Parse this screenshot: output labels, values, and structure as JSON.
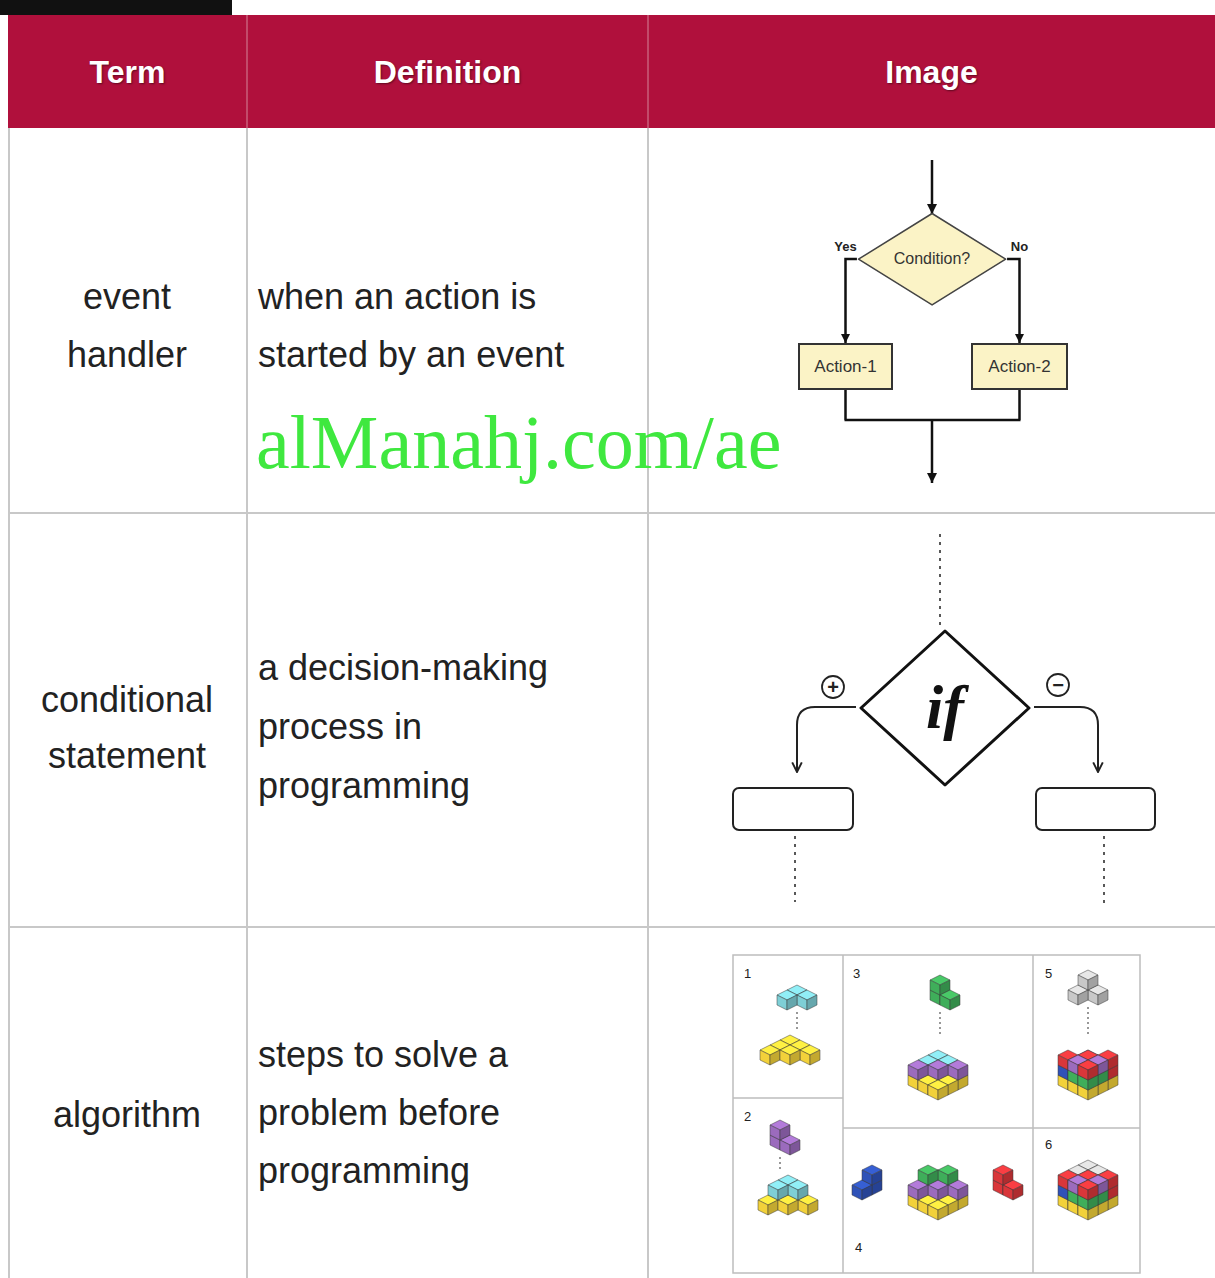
{
  "diagram": {
    "nodes": [
      {
        "text": [
          "Condition?"
        ]
      },
      {
        "text": [
          "Action-1"
        ]
      },
      {
        "text": [
          "Action-2"
        ]
      },
      {
        "text": [
          "if"
        ]
      }
    ],
    "edges": [
      {
        "from": 0,
        "to": 1,
        "label": "Yes",
        "arrow": "to"
      },
      {
        "from": 0,
        "to": 2,
        "label": "No",
        "arrow": "to"
      }
    ],
    "labels": [
      "alManahj.com/ae",
      "Term",
      "Definition",
      "Image",
      "event handler",
      "when an action is started by an event",
      "conditional statement",
      "a decision-making process in programming",
      "algorithm",
      "steps to solve a problem before programming",
      "+",
      "−",
      "1",
      "2",
      "3",
      "4",
      "5",
      "6"
    ]
  }
}
